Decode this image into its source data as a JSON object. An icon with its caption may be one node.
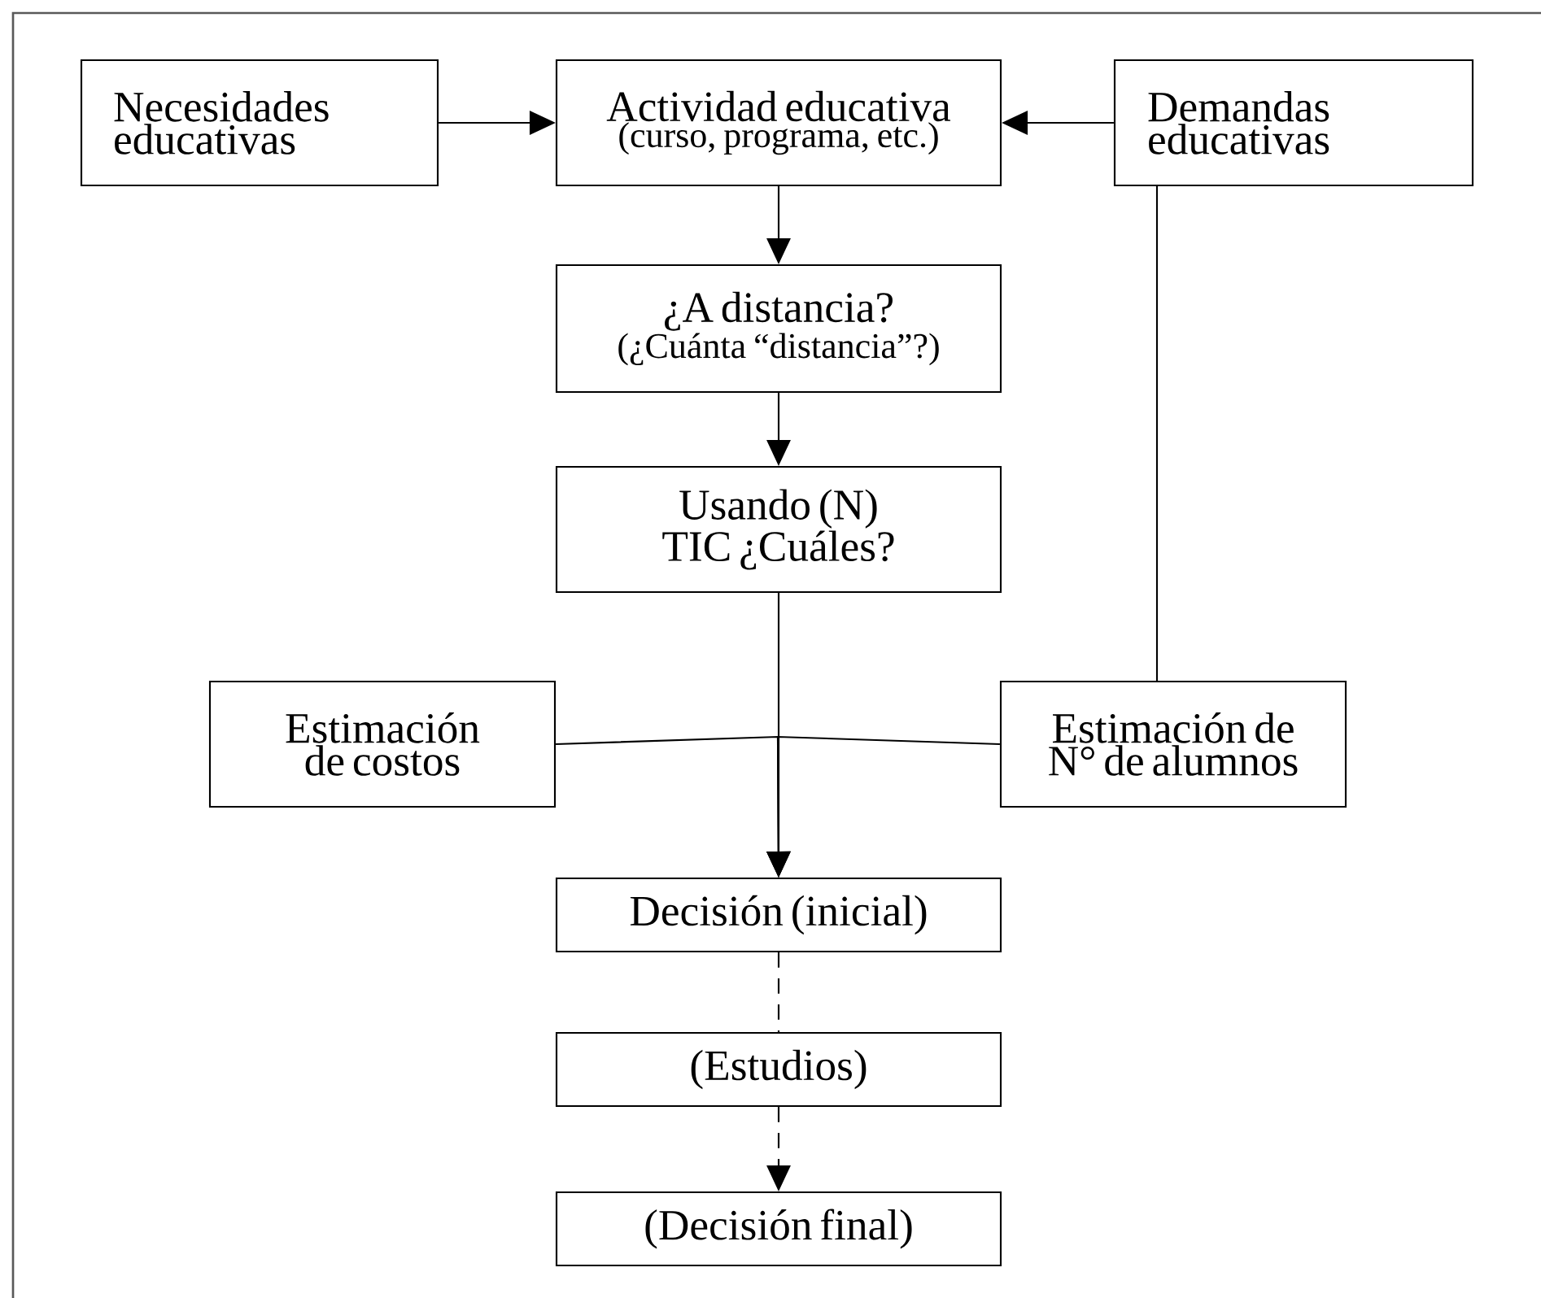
{
  "diagram": {
    "nodes": [
      {
        "text": [
          "Necesidades educativas"
        ]
      },
      {
        "text": [
          "Actividad educativa",
          "(curso, programa, etc.)"
        ]
      },
      {
        "text": [
          "Demandas educativas"
        ]
      },
      {
        "text": [
          "¿A distancia?",
          "(¿Cuánta “distancia”?)"
        ]
      },
      {
        "text": [
          "Usando (N) TIC ¿Cuáles?"
        ]
      },
      {
        "text": [
          "Estimación de costos"
        ]
      },
      {
        "text": [
          "Estimación de N° de alumnos"
        ]
      },
      {
        "text": [
          "Decisión (inicial)"
        ]
      },
      {
        "text": [
          "(Estudios)"
        ]
      },
      {
        "text": [
          "(Decisión final)"
        ]
      }
    ],
    "edges": [
      {
        "from": 0,
        "to": 1,
        "arrow": "to"
      },
      {
        "from": 2,
        "to": 1,
        "arrow": "to"
      },
      {
        "from": 1,
        "to": 3,
        "arrow": "to"
      },
      {
        "from": 3,
        "to": 4,
        "arrow": "to"
      },
      {
        "from": 4,
        "to": 7,
        "arrow": "to"
      },
      {
        "from": 5,
        "to": 7,
        "arrow": "to"
      },
      {
        "from": 6,
        "to": 7,
        "arrow": "to"
      },
      {
        "from": 2,
        "to": 6,
        "arrow": "none"
      },
      {
        "from": 7,
        "to": 8,
        "arrow": "none",
        "style": "dashed"
      },
      {
        "from": 8,
        "to": 9,
        "arrow": "to",
        "style": "dashed"
      }
    ]
  }
}
